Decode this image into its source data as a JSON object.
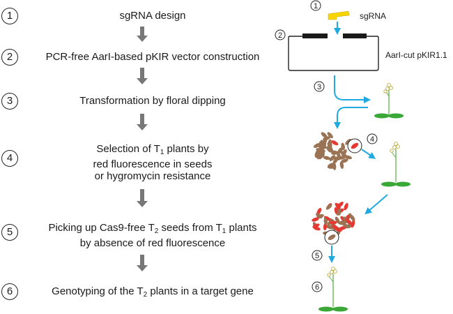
{
  "steps": [
    {
      "num": "1",
      "lines": [
        {
          "text": "sgRNA design"
        }
      ]
    },
    {
      "num": "2",
      "lines": [
        {
          "text": "PCR-free AarI-based pKIR vector construction"
        }
      ]
    },
    {
      "num": "3",
      "lines": [
        {
          "text": "Transformation by floral dipping"
        }
      ]
    },
    {
      "num": "4",
      "lines": [
        {
          "before": "Selection of T",
          "sub": "1",
          "after": " plants by"
        },
        {
          "text": "red fluorescence in seeds"
        },
        {
          "text": "or  hygromycin resistance"
        }
      ]
    },
    {
      "num": "5",
      "lines": [
        {
          "before": "Picking up Cas9-free T",
          "sub": "2",
          "after": " seeds from T"
        },
        {
          "text": "by absence of red fluorescence"
        }
      ]
    },
    {
      "num": "6",
      "lines": [
        {
          "before": "Genotyping of the T",
          "sub": "2",
          "after": " plants in a target gene"
        }
      ]
    }
  ],
  "step5_line1_tail": {
    "sub": "1",
    "after": " plants"
  },
  "illustration": {
    "sgrna_label": "sgRNA",
    "vector_label": "AarI-cut pKIR1.1",
    "markers": [
      "1",
      "2",
      "3",
      "4",
      "5",
      "6"
    ]
  },
  "colors": {
    "arrow_gray": "#777777",
    "arrow_blue": "#1ea9e1",
    "sgrna_yellow": "#f5d400",
    "seed_brown": "#9a7355",
    "seed_red": "#e53a33",
    "leaf_green": "#3aa836",
    "stem_green": "#5fb04a",
    "flower_yellow": "#e8dc7a"
  }
}
